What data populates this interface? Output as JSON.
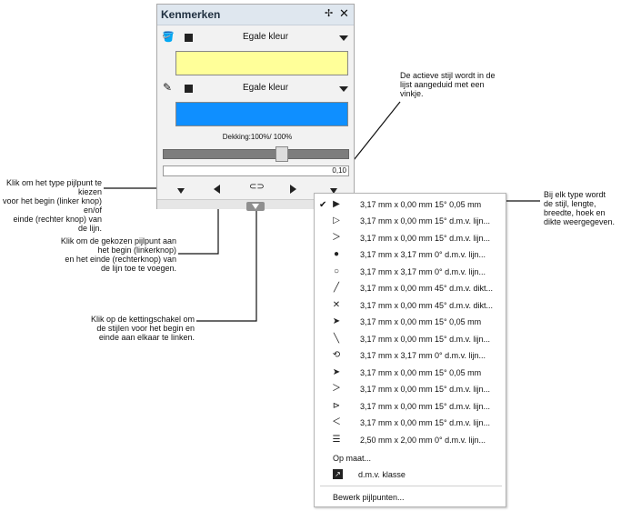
{
  "panel": {
    "title": "Kenmerken",
    "pin_icon": "pin-icon",
    "close_icon": "close-icon",
    "fill": {
      "icon": "paint-bucket-icon",
      "label": "Egale kleur",
      "color": "#ffff99"
    },
    "line": {
      "icon": "pencil-icon",
      "label": "Egale kleur",
      "color": "#0f8fff"
    },
    "opacity_text": "Dekking:100%/ 100%",
    "width_value": "0,10",
    "link_icon": "chain-link-icon"
  },
  "menu": {
    "items": [
      {
        "symbol": "▶",
        "text": "3,17 mm x 0,00 mm 15°  0,05 mm",
        "checked": true
      },
      {
        "symbol": "▷",
        "text": "3,17 mm x 0,00 mm 15°  d.m.v. lijn..."
      },
      {
        "symbol": "＞",
        "text": "3,17 mm x 0,00 mm 15°  d.m.v. lijn..."
      },
      {
        "symbol": "●",
        "text": "3,17 mm x 3,17 mm   0°  d.m.v. lijn..."
      },
      {
        "symbol": "○",
        "text": "3,17 mm x 3,17 mm   0°  d.m.v. lijn..."
      },
      {
        "symbol": "╱",
        "text": "3,17 mm x 0,00 mm 45°  d.m.v. dikt..."
      },
      {
        "symbol": "✕",
        "text": "3,17 mm x 0,00 mm 45°  d.m.v. dikt..."
      },
      {
        "symbol": "➤",
        "text": "3,17 mm x 0,00 mm 15°  0,05 mm"
      },
      {
        "symbol": "╲",
        "text": "3,17 mm x 0,00 mm 15°  d.m.v. lijn..."
      },
      {
        "symbol": "⟲",
        "text": "3,17 mm x 3,17 mm   0°  d.m.v. lijn..."
      },
      {
        "symbol": "➤",
        "text": "3,17 mm x 0,00 mm 15°  0,05 mm"
      },
      {
        "symbol": "＞",
        "text": "3,17 mm x 0,00 mm 15°  d.m.v. lijn..."
      },
      {
        "symbol": "⊳",
        "text": "3,17 mm x 0,00 mm 15°  d.m.v. lijn..."
      },
      {
        "symbol": "＜",
        "text": "3,17 mm x 0,00 mm 15°  d.m.v. lijn..."
      },
      {
        "symbol": "☰",
        "text": "2,50 mm x 2,00 mm   0°  d.m.v. lijn..."
      }
    ],
    "custom": "Op maat...",
    "by_class": "d.m.v. klasse",
    "edit": "Bewerk pijlpunten..."
  },
  "notes": {
    "active_style": [
      "De actieve stijl wordt in de",
      "lijst aangeduid met een",
      "vinkje."
    ],
    "each_type": [
      "Bij elk type wordt",
      "de stijl, lengte,",
      "breedte, hoek en",
      "dikte weergegeven."
    ],
    "choose_type": [
      "Klik om het type pijlpunt te kiezen",
      "voor het begin (linker knop) en/of",
      "einde (rechter knop) van de lijn."
    ],
    "add_arrow": [
      "Klik om de gekozen pijlpunt aan",
      "het begin (linkerknop)",
      "en het einde (rechterknop) van",
      "de lijn toe te voegen."
    ],
    "chain_link": [
      "Klik op de kettingschakel om",
      "de stijlen voor het begin en",
      "einde aan elkaar te linken."
    ]
  }
}
